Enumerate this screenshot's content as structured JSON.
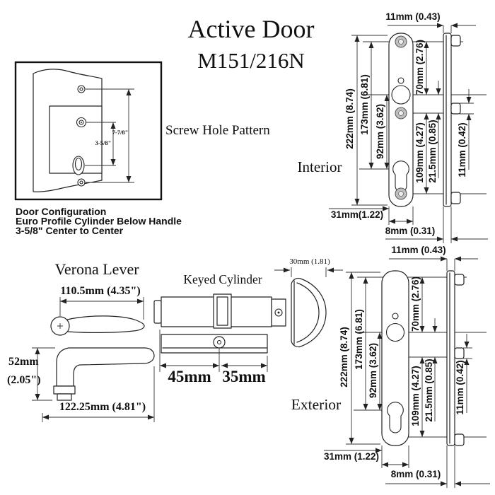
{
  "title": {
    "line1": "Active Door",
    "line2": "M151/216N"
  },
  "screw_hole_pattern": {
    "label": "Screw Hole Pattern",
    "dim_outer": "7-7/8\"",
    "dim_inner": "3-5/8\""
  },
  "door_configuration": {
    "line1": "Door Configuration",
    "line2": "Euro Profile Cylinder Below Handle",
    "line3": "3-5/8\" Center to Center"
  },
  "verona_lever": {
    "label": "Verona Lever",
    "dim_length_top": "110.5mm (4.35\")",
    "dim_height_mm": "52mm",
    "dim_height_in": "(2.05\")",
    "dim_length_overall": "122.25mm (4.81\")"
  },
  "keyed_cylinder": {
    "label": "Keyed Cylinder",
    "dim_left": "45mm",
    "dim_right": "35mm",
    "dim_thumbturn": "30mm (1.81)"
  },
  "interior": {
    "label": "Interior",
    "dim_total_height": "222mm (8.74)",
    "dim_screw_span": "173mm (6.81)",
    "dim_handle_to_cyl": "92mm (3.62)",
    "dim_top": "70mm (2.76)",
    "dim_mid": "21.5mm (0.85)",
    "dim_lower": "109mm (4.27)",
    "dim_tab": "11mm (0.42)",
    "dim_thickness": "11mm (0.43)",
    "dim_width": "31mm(1.22)",
    "dim_projection": "8mm (0.31)"
  },
  "exterior": {
    "label": "Exterior",
    "dim_total_height": "222mm (8.74)",
    "dim_screw_span": "173mm (6.81)",
    "dim_handle_to_cyl": "92mm (3.62)",
    "dim_top": "70mm (2.76)",
    "dim_mid": "21.5mm (0.85)",
    "dim_lower": "109mm (4.27)",
    "dim_tab": "11mm (0.42)",
    "dim_thickness": "11mm (0.43)",
    "dim_width": "31mm (1.22)",
    "dim_projection": "8mm (0.31)"
  }
}
